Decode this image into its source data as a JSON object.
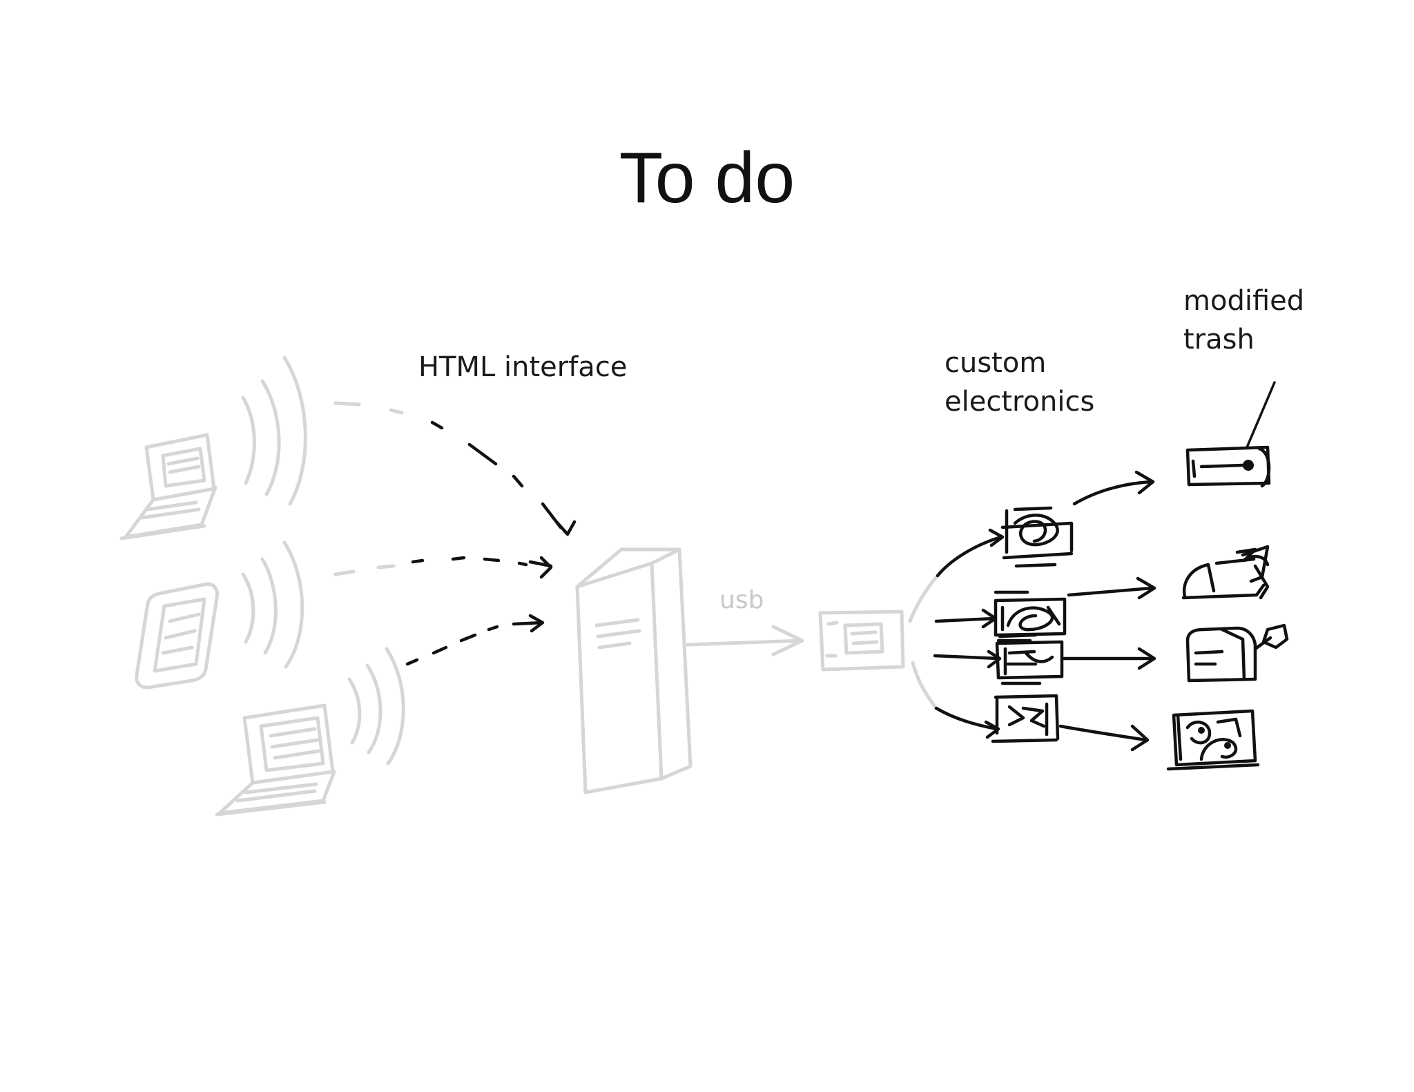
{
  "slide": {
    "title": "To do"
  },
  "labels": {
    "html_interface": "HTML interface",
    "usb": "usb",
    "custom_electronics": "custom\nelectronics",
    "modified_trash": "modified\ntrash"
  },
  "colors": {
    "ink": "#111111",
    "faint": "#d6d6d6",
    "background": "#ffffff"
  }
}
